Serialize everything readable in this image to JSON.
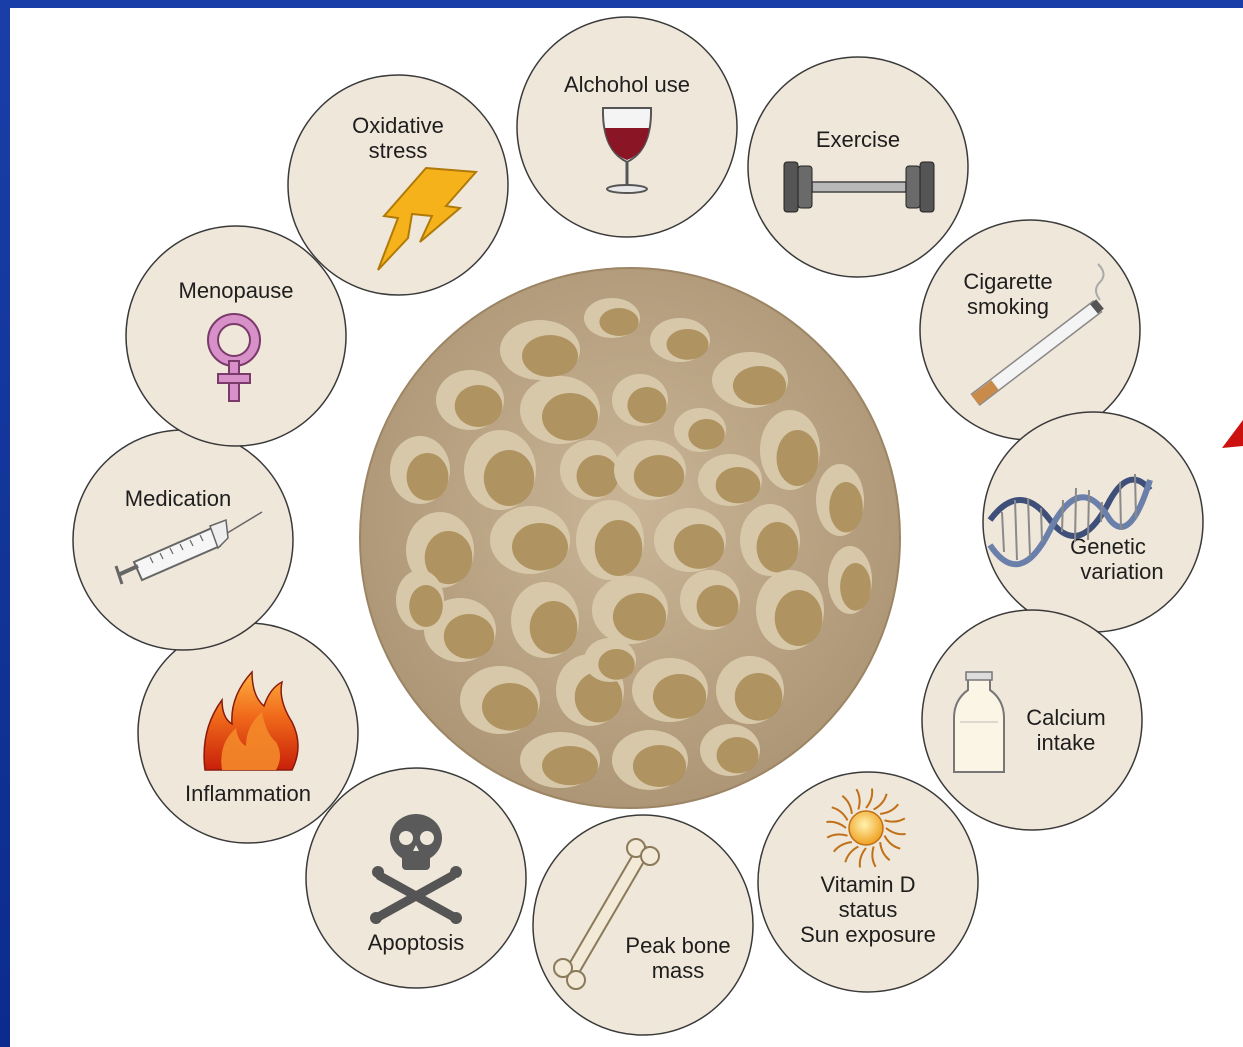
{
  "colors": {
    "frame": "#0b2c8c",
    "circle_fill": "#efe7da",
    "circle_stroke": "#3a3a3a",
    "bone_base": "#b09a7a",
    "bone_hole": "#a88a55",
    "arrow": "#cc1111"
  },
  "factors": [
    {
      "key": "alcohol",
      "lines": [
        "Alchohol use"
      ],
      "icon": "wine-glass-icon"
    },
    {
      "key": "exercise",
      "lines": [
        "Exercise"
      ],
      "icon": "dumbbell-icon"
    },
    {
      "key": "cigarette",
      "lines": [
        "Cigarette",
        "smoking"
      ],
      "icon": "cigarette-icon"
    },
    {
      "key": "genetic",
      "lines": [
        "Genetic",
        "variation"
      ],
      "icon": "dna-icon"
    },
    {
      "key": "calcium",
      "lines": [
        "Calcium",
        "intake"
      ],
      "icon": "milk-bottle-icon"
    },
    {
      "key": "vitamin",
      "lines": [
        "Vitamin D",
        "status",
        "Sun exposure"
      ],
      "icon": "sun-icon"
    },
    {
      "key": "peak",
      "lines": [
        "Peak bone",
        "mass"
      ],
      "icon": "bone-icon"
    },
    {
      "key": "apoptosis",
      "lines": [
        "Apoptosis"
      ],
      "icon": "skull-crossbones-icon"
    },
    {
      "key": "inflammation",
      "lines": [
        "Inflammation"
      ],
      "icon": "flame-icon"
    },
    {
      "key": "medication",
      "lines": [
        "Medication"
      ],
      "icon": "syringe-icon"
    },
    {
      "key": "menopause",
      "lines": [
        "Menopause"
      ],
      "icon": "female-symbol-icon"
    },
    {
      "key": "oxidative",
      "lines": [
        "Oxidative",
        "stress"
      ],
      "icon": "lightning-bolt-icon"
    }
  ]
}
